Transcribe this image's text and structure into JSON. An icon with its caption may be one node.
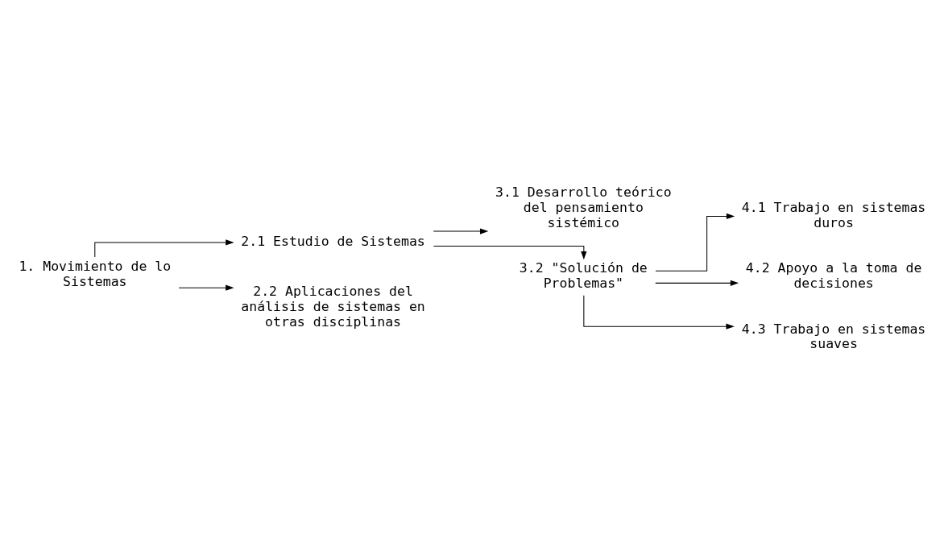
{
  "diagram": {
    "nodes": [
      {
        "text": [
          "1. Movimiento de lo Sistemas"
        ]
      },
      {
        "text": [
          "2.1 Estudio de Sistemas"
        ]
      },
      {
        "text": [
          "2.2 Aplicaciones del análisis de sistemas en otras disciplinas"
        ]
      },
      {
        "text": [
          "3.1 Desarrollo teórico del pensamiento sistémico"
        ]
      },
      {
        "text": [
          "3.2 \"Solución de Problemas\""
        ]
      },
      {
        "text": [
          "4.1 Trabajo en sistemas duros"
        ]
      },
      {
        "text": [
          "4.2 Apoyo a la toma de decisiones"
        ]
      },
      {
        "text": [
          "4.3 Trabajo en sistemas suaves"
        ]
      }
    ],
    "edges": [
      {
        "from": 0,
        "to": 1,
        "arrow": "to"
      },
      {
        "from": 0,
        "to": 2,
        "arrow": "to"
      },
      {
        "from": 1,
        "to": 3,
        "arrow": "to"
      },
      {
        "from": 1,
        "to": 4,
        "arrow": "to"
      },
      {
        "from": 4,
        "to": 5,
        "arrow": "to"
      },
      {
        "from": 4,
        "to": 6,
        "arrow": "to"
      },
      {
        "from": 4,
        "to": 7,
        "arrow": "to"
      }
    ]
  }
}
